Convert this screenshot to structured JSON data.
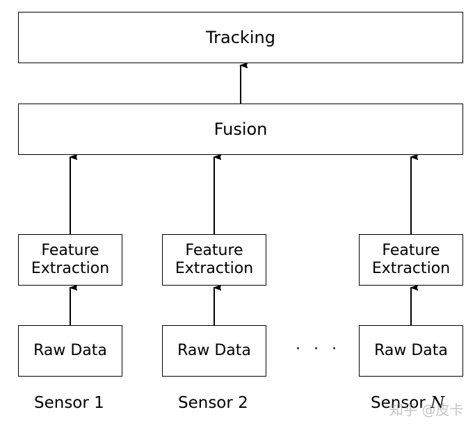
{
  "top_box": {
    "label": "Tracking"
  },
  "fusion_box": {
    "label": "Fusion"
  },
  "columns": [
    {
      "feature_line1": "Feature",
      "feature_line2": "Extraction",
      "raw_label": "Raw Data",
      "sensor_label": "Sensor 1"
    },
    {
      "feature_line1": "Feature",
      "feature_line2": "Extraction",
      "raw_label": "Raw Data",
      "sensor_label": "Sensor 2"
    },
    {
      "feature_line1": "Feature",
      "feature_line2": "Extraction",
      "raw_label": "Raw Data",
      "sensor_prefix": "Sensor",
      "sensor_var": "N"
    }
  ],
  "ellipsis": "· · ·",
  "watermark": "知乎 @皮卡"
}
